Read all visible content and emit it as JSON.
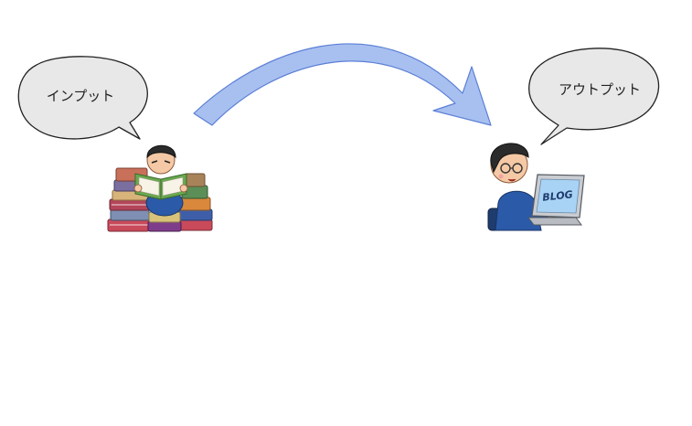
{
  "input_bubble": {
    "label": "インプット"
  },
  "output_bubble": {
    "label": "アウトプット"
  },
  "laptop_screen": {
    "label": "BLOG"
  },
  "colors": {
    "arrow_fill": "#a8c0f0",
    "arrow_stroke": "#5b7fd6",
    "bubble_fill": "#e8e8e8",
    "bubble_stroke": "#222222",
    "shirt": "#2b5aa8",
    "book_cover": "#6aa84f",
    "screen": "#a9d3f5"
  },
  "icons": {
    "input_figure": "person-reading-books",
    "output_figure": "person-writing-blog-on-laptop"
  }
}
